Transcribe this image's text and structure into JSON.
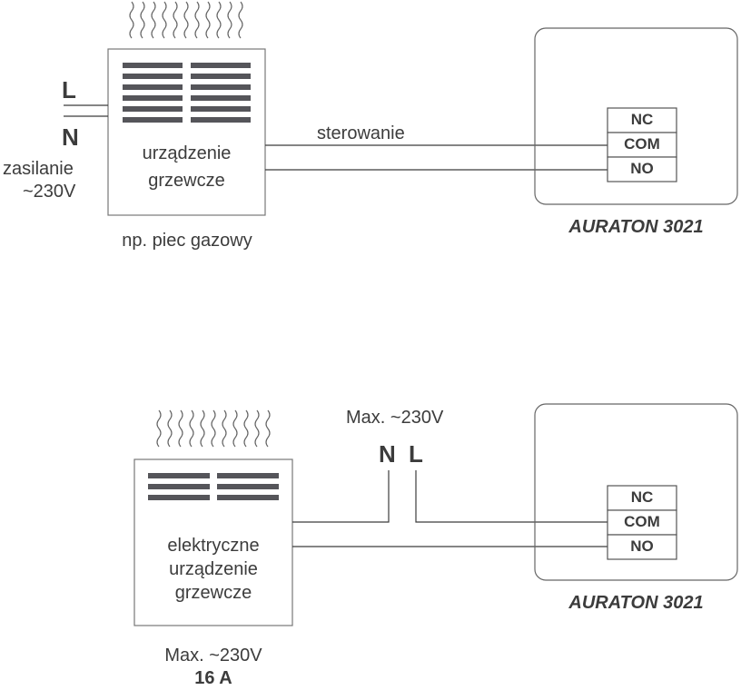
{
  "top_circuit": {
    "phase_label": "L",
    "neutral_label": "N",
    "supply_label_line1": "zasilanie",
    "supply_label_line2": "~230V",
    "heater_label_line1": "urządzenie",
    "heater_label_line2": "grzewcze",
    "heater_example": "np. piec gazowy",
    "control_label": "sterowanie",
    "terminals": [
      "NC",
      "COM",
      "NO"
    ],
    "thermostat_name": "AURATON 3021"
  },
  "bottom_circuit": {
    "heater_label_line1": "elektryczne",
    "heater_label_line2": "urządzenie",
    "heater_label_line3": "grzewcze",
    "voltage_label": "Max. ~230V",
    "neutral_label": "N",
    "phase_label": "L",
    "load_voltage": "Max. ~230V",
    "load_current": "16 A",
    "terminals": [
      "NC",
      "COM",
      "NO"
    ],
    "thermostat_name": "AURATON 3021"
  },
  "colors": {
    "line": "#3c3c3c",
    "grille": "#55555a",
    "box": "#666666"
  }
}
